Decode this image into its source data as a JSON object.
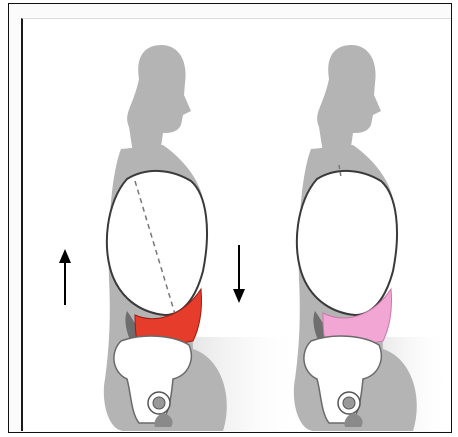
{
  "figure": {
    "panels": [
      {
        "id": "left-figure",
        "lower_region_color": "#e53c2c",
        "shows_arrows": true
      },
      {
        "id": "right-figure",
        "lower_region_color": "#f2a6d4",
        "shows_arrows": false
      }
    ],
    "colors": {
      "silhouette": "#b4b4b4",
      "torso_outline": "#3a3a3a",
      "dark_band": "#7a7a7a",
      "shadow": "#d0d0d0",
      "arrow": "#000000"
    },
    "arrows": [
      {
        "name": "upward-arrow",
        "direction": "up"
      },
      {
        "name": "downward-arrow",
        "direction": "down"
      }
    ],
    "icons": [
      "upward-arrow",
      "downward-arrow",
      "pelvis-icon",
      "hip-joint-icon"
    ]
  }
}
